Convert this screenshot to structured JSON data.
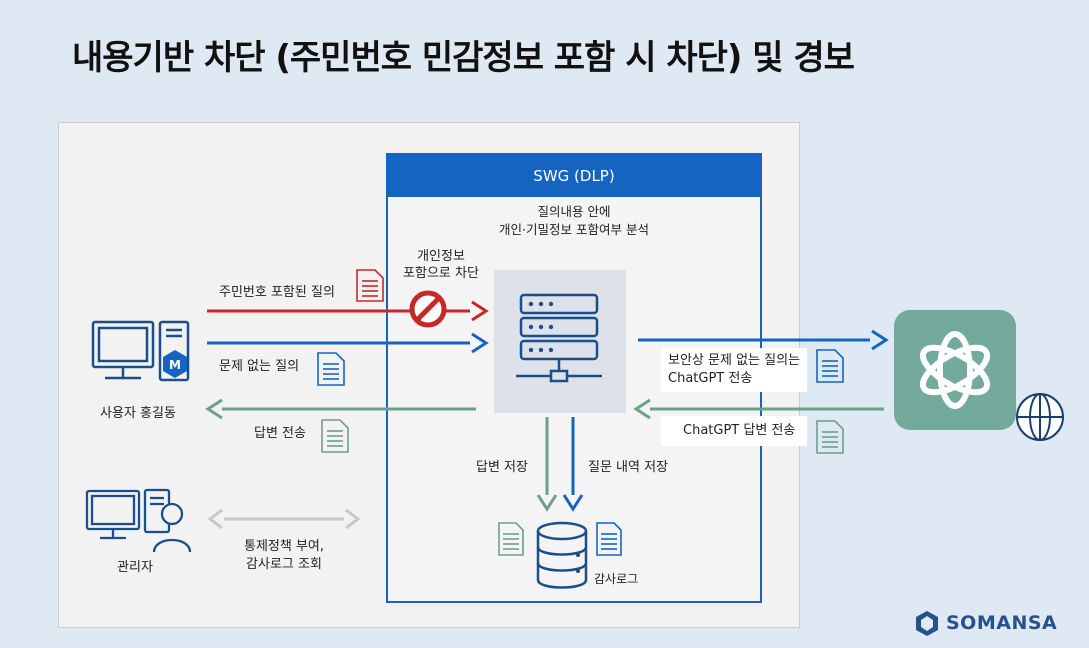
{
  "title": "내용기반 차단 (주민번호 민감정보 포함 시 차단) 및 경보",
  "swg": {
    "header": "SWG (DLP)",
    "desc_line1": "질의내용 안에",
    "desc_line2": "개인·기밀정보 포함여부 분석"
  },
  "labels": {
    "blocked_query": "주민번호 포함된 질의",
    "block_reason_line1": "개인정보",
    "block_reason_line2": "포함으로 차단",
    "ok_query": "문제 없는 질의",
    "user": "사용자 홍길동",
    "answer_send": "답변 전송",
    "admin": "관리자",
    "policy_line1": "통제정책 부여,",
    "policy_line2": "감사로그 조회",
    "answer_store": "답변 저장",
    "query_store": "질문 내역 저장",
    "audit_log": "감사로그",
    "to_gpt_line1": "보안상 문제 없는 질의는",
    "to_gpt_line2": "ChatGPT 전송",
    "gpt_answer": "ChatGPT 답변 전송"
  },
  "logo": {
    "text": "SOMANSA"
  },
  "colors": {
    "red": "#c62828",
    "blue": "#1565c0",
    "green": "#6da08b",
    "gray": "#c8c8c8",
    "gpt": "#74aa9c",
    "navy": "#27508f"
  },
  "icons": [
    "computer-icon",
    "server-icon",
    "database-icon",
    "document-icon",
    "block-icon",
    "chatgpt-logo-icon",
    "globe-icon",
    "admin-icon",
    "somansa-logo-icon"
  ]
}
